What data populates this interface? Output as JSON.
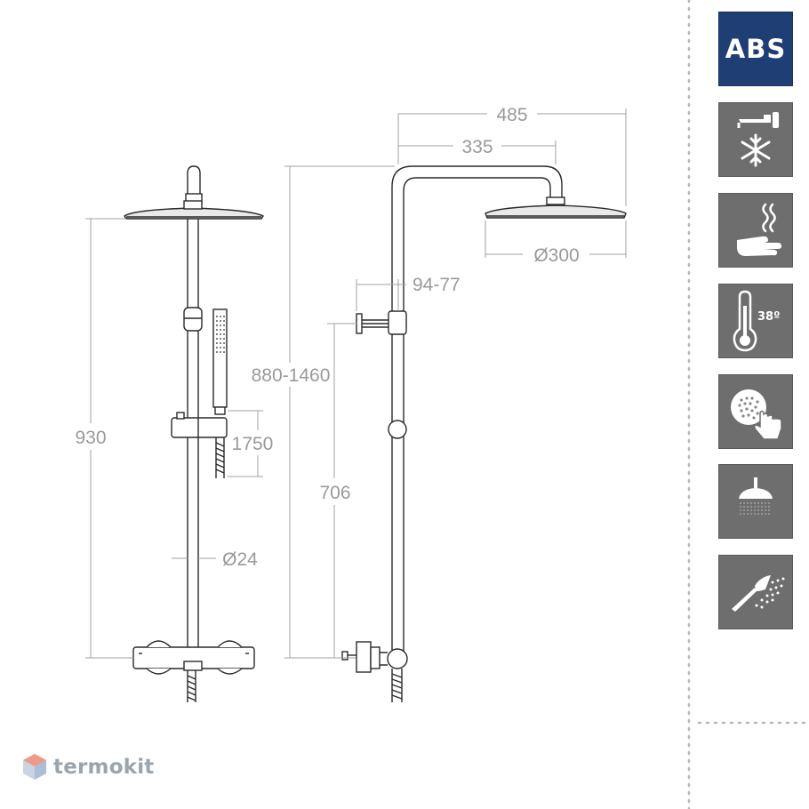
{
  "dimensions": {
    "d485": "485",
    "d335": "335",
    "d300": "Ø300",
    "d9477": "94-77",
    "d8801460": "880-1460",
    "d930": "930",
    "d1750": "1750",
    "d706": "706",
    "d24": "Ø24"
  },
  "features": {
    "abs_label": "ABS",
    "temp_label": "38º",
    "icons": [
      "cold-water-icon",
      "heat-hand-icon",
      "thermometer-icon",
      "anti-lime-icon",
      "rain-shower-icon",
      "hand-shower-icon"
    ]
  },
  "brand": {
    "name": "termokit"
  },
  "colors": {
    "line": "#2a2a2a",
    "dim": "#a0a0a0",
    "tile": "#6e6e6e",
    "abs_tile": "#1f3f74",
    "brand": "#9aa4ad"
  }
}
